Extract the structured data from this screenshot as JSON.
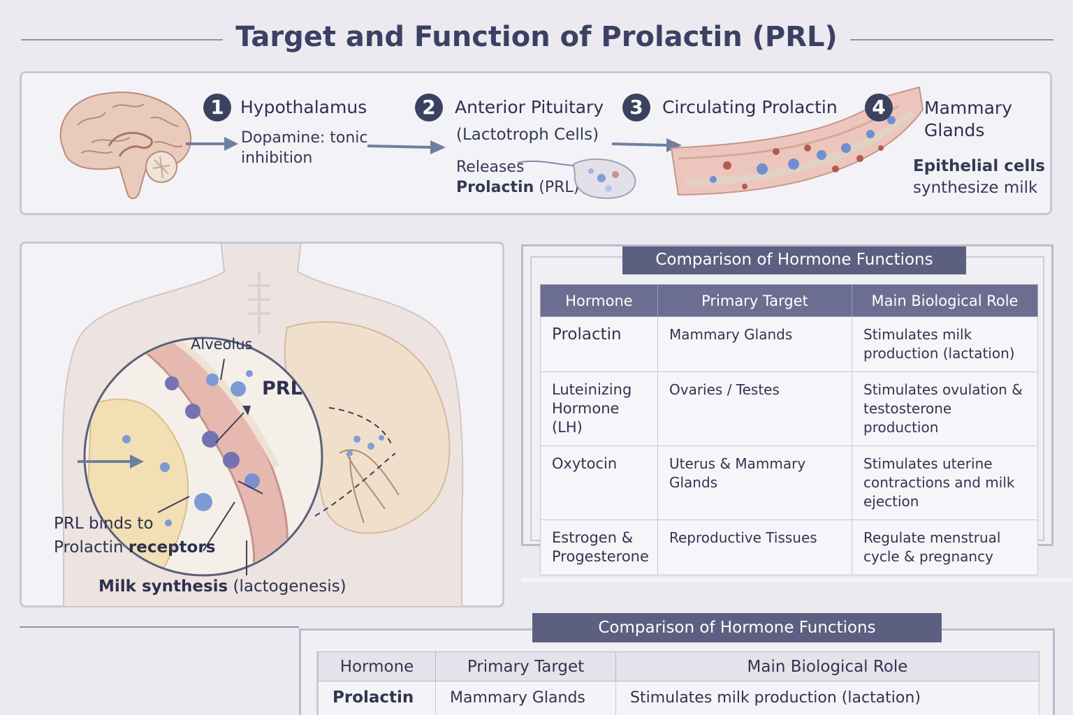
{
  "title": "Target and Function of Prolactin (PRL)",
  "pathway": {
    "steps": [
      {
        "num": "1",
        "title": "Hypothalamus",
        "text_line1": "Dopamine: tonic",
        "text_line2": "inhibition"
      },
      {
        "num": "2",
        "title": "Anterior Pituitary",
        "subtitle": "(Lactotroph Cells)",
        "releases": "Releases",
        "hormone_bold": "Prolactin",
        "hormone_abbr": "(PRL)"
      },
      {
        "num": "3",
        "title": "Circulating Prolactin"
      },
      {
        "num": "4",
        "title_line1": "Mammary",
        "title_line2": "Glands",
        "bold_text": "Epithelial cells",
        "text": "synthesize milk"
      }
    ]
  },
  "diagram": {
    "alveolus_label": "Alveolus",
    "prl_label": "PRL",
    "binds_line1": "PRL binds to",
    "binds_line2_pre": "Prolactin ",
    "binds_line2_bold": "receptors",
    "milk_bold": "Milk synthesis",
    "milk_rest": " (lactogenesis)"
  },
  "table1": {
    "banner": "Comparison of Hormone Functions",
    "headers": [
      "Hormone",
      "Primary Target",
      "Main Biological Role"
    ],
    "rows": [
      {
        "hormone": "Prolactin",
        "target": "Mammary Glands",
        "role": "Stimulates milk production (lactation)"
      },
      {
        "hormone": "Luteinizing Hormone (LH)",
        "target": "Ovaries / Testes",
        "role": "Stimulates ovulation & testosterone production"
      },
      {
        "hormone": "Oxytocin",
        "target": "Uterus & Mammary Glands",
        "role": "Stimulates uterine contractions and milk ejection"
      },
      {
        "hormone": "Estrogen & Progesterone",
        "target": "Reproductive Tissues",
        "role": "Regulate menstrual cycle & pregnancy"
      }
    ]
  },
  "table2": {
    "banner": "Comparison of Hormone Functions",
    "headers": [
      "Hormone",
      "Primary Target",
      "Main Biological Role"
    ],
    "rows": [
      {
        "hormone": "Prolactin",
        "target": "Mammary Glands",
        "role": "Stimulates milk production (lactation)"
      }
    ]
  },
  "colors": {
    "accent": "#3b425f",
    "banner": "#5c5f80",
    "arrow": "#6f7fa0",
    "vessel": "#e7b8b0",
    "molecule": "#6f8fd0"
  }
}
